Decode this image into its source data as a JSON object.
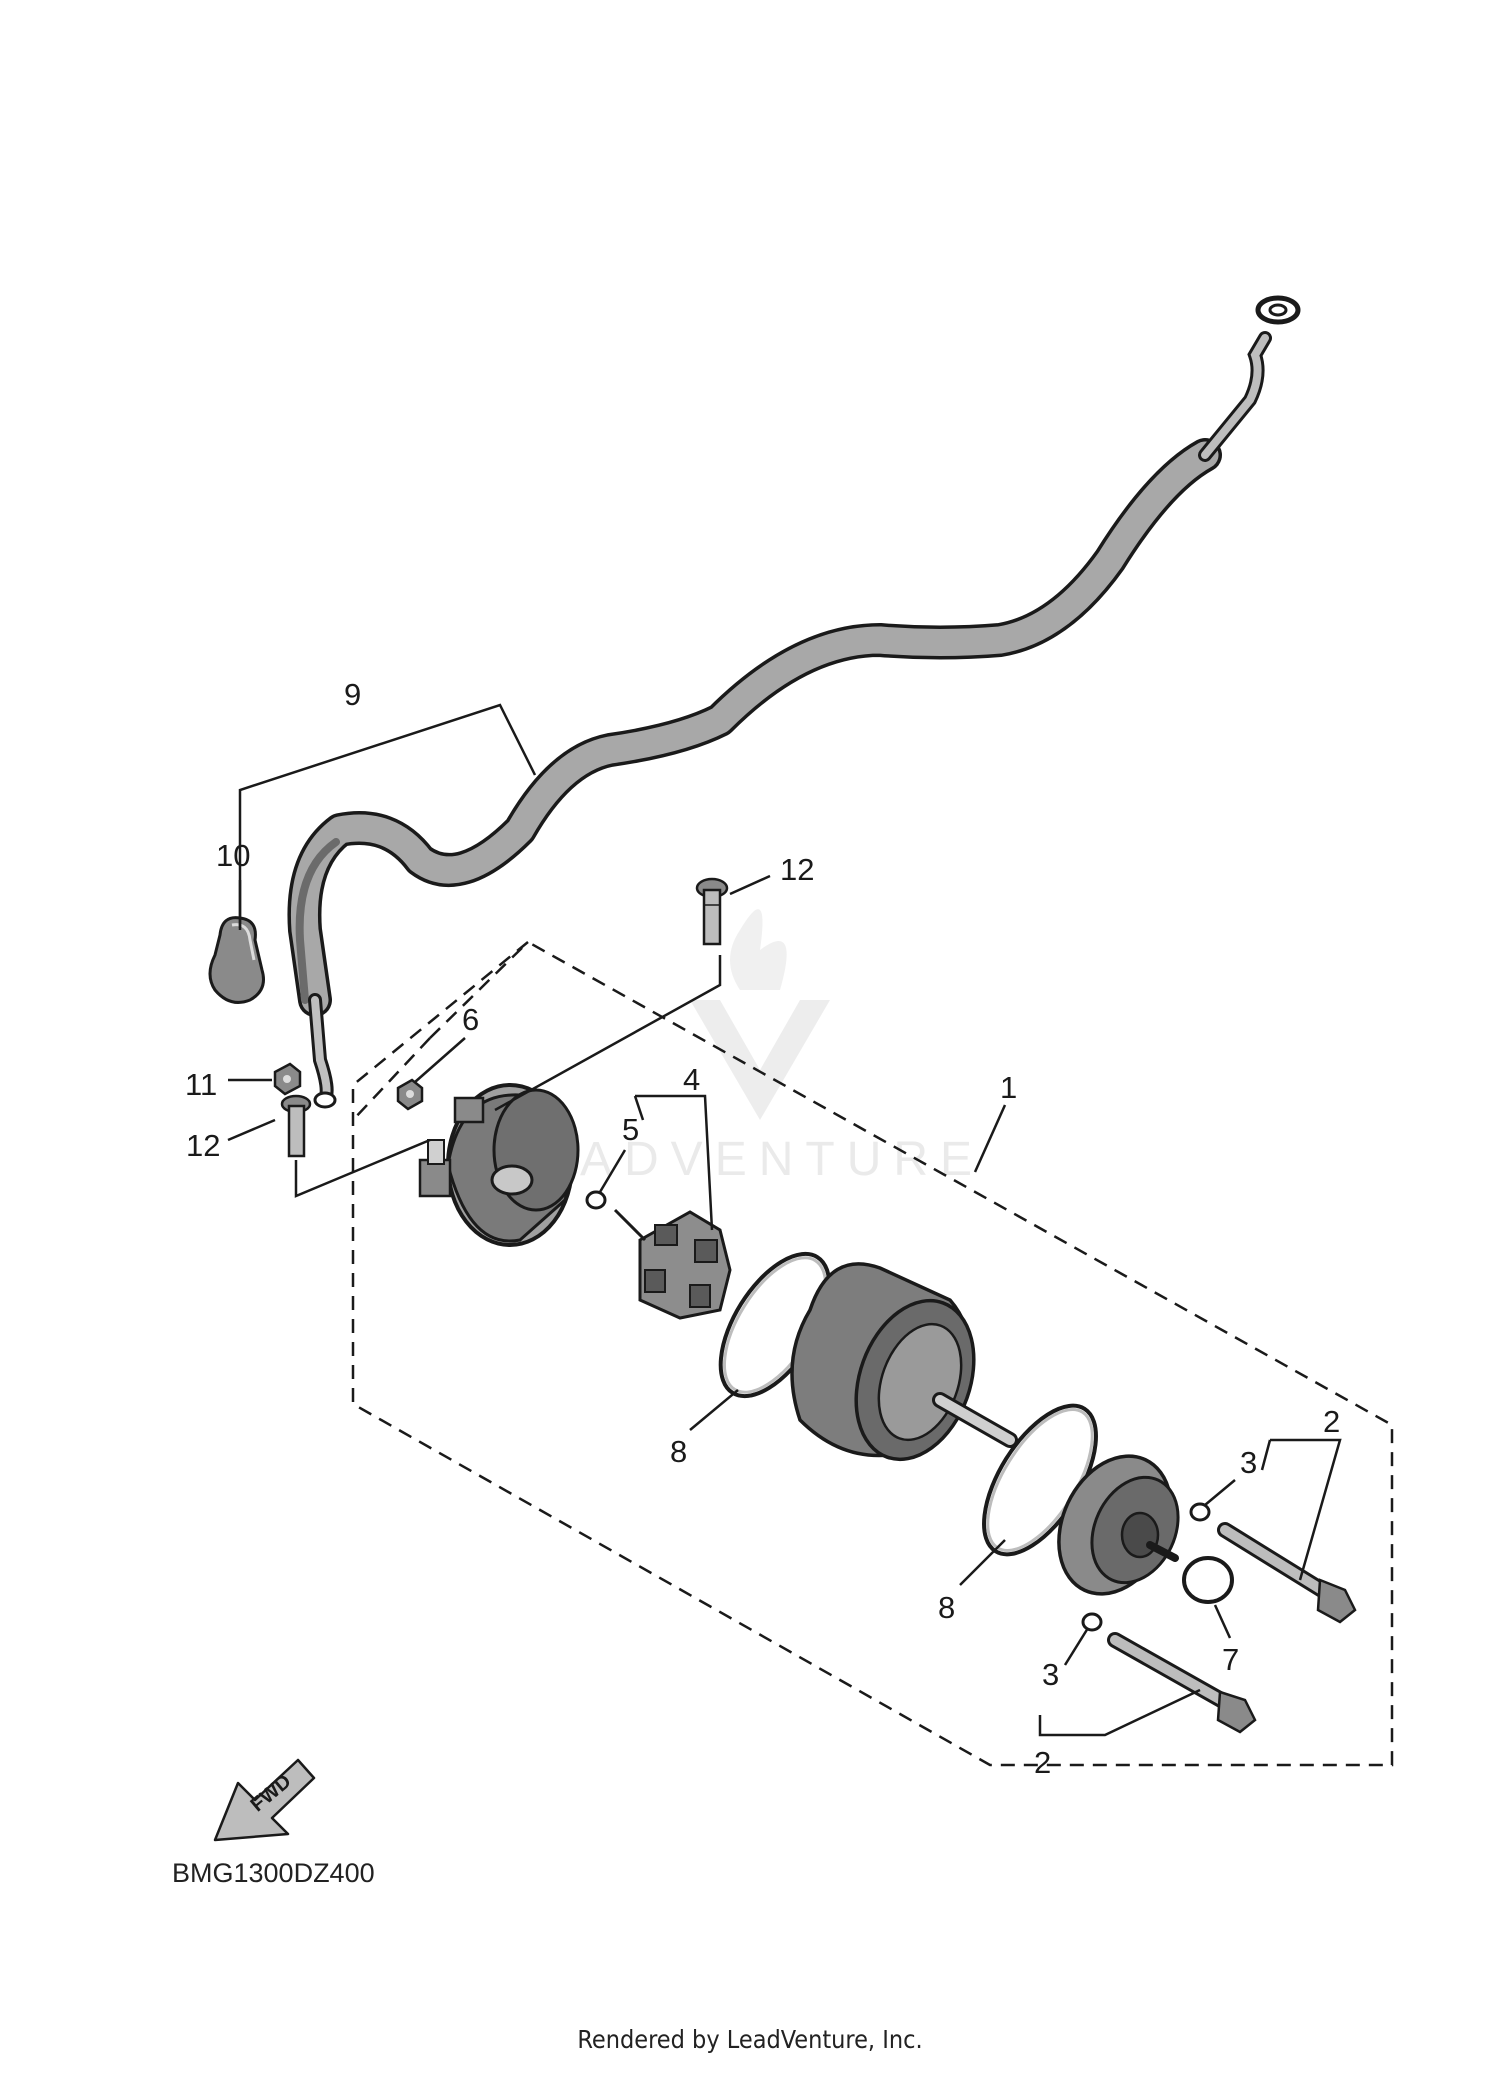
{
  "diagram_code": "BMG1300DZ400",
  "footer": "Rendered by LeadVenture, Inc.",
  "fwd_label": "FWD",
  "watermark_text": "ADVENTURE",
  "callouts": {
    "c1": "1",
    "c2a": "2",
    "c2b": "2",
    "c3a": "3",
    "c3b": "3",
    "c4": "4",
    "c5": "5",
    "c6": "6",
    "c7": "7",
    "c8a": "8",
    "c8b": "8",
    "c9": "9",
    "c10": "10",
    "c11": "11",
    "c12a": "12",
    "c12b": "12"
  },
  "colors": {
    "line": "#1a1a1a",
    "part_dark": "#6b6b6b",
    "part_mid": "#9a9a9a",
    "part_light": "#cfcfcf"
  }
}
